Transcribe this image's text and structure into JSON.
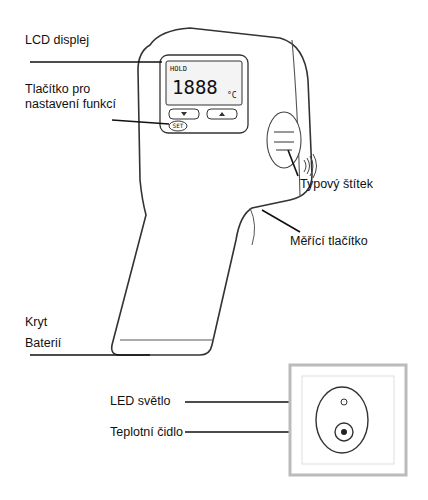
{
  "diagram": {
    "labels": [
      "LCD displej",
      "Tlačítko pro nastavení funkcí",
      "Typový štítek",
      "Měřící tlačítko",
      "Kryt",
      "Baterií",
      "LED světlo",
      "Teplotní čidlo",
      "HOLD",
      "1888",
      "°C",
      "SET"
    ]
  }
}
